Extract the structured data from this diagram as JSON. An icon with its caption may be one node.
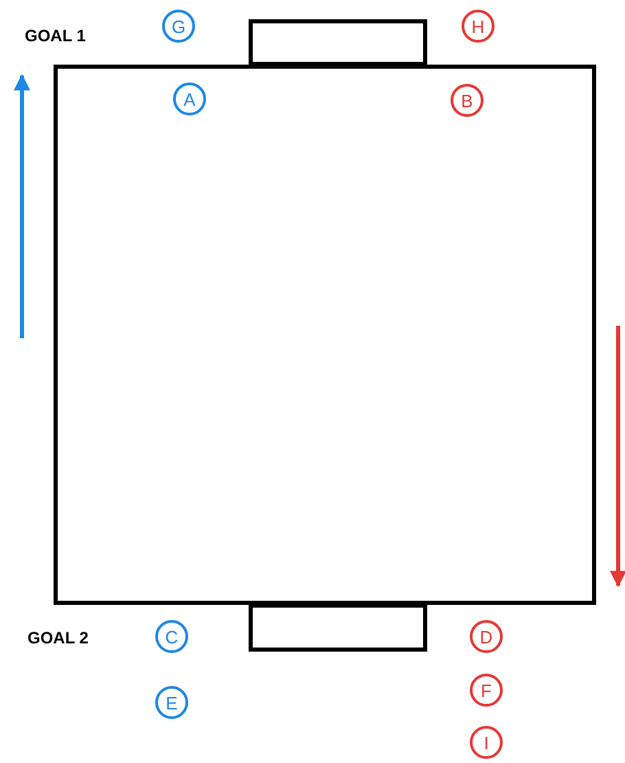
{
  "diagram": {
    "nodes": [
      {
        "text": [],
        "shape": "box"
      },
      {
        "text": [],
        "shape": "box"
      },
      {
        "text": [],
        "shape": "box"
      },
      {
        "text": [
          "G"
        ]
      },
      {
        "text": [
          "H"
        ]
      },
      {
        "text": [
          "A"
        ],
        "in": 1
      },
      {
        "text": [
          "B"
        ],
        "in": 1
      },
      {
        "text": [
          "C"
        ]
      },
      {
        "text": [
          "D"
        ]
      },
      {
        "text": [
          "E"
        ]
      },
      {
        "text": [
          "F"
        ]
      },
      {
        "text": [
          "I"
        ]
      }
    ],
    "labels": [
      "GOAL 1",
      "GOAL 2"
    ]
  }
}
